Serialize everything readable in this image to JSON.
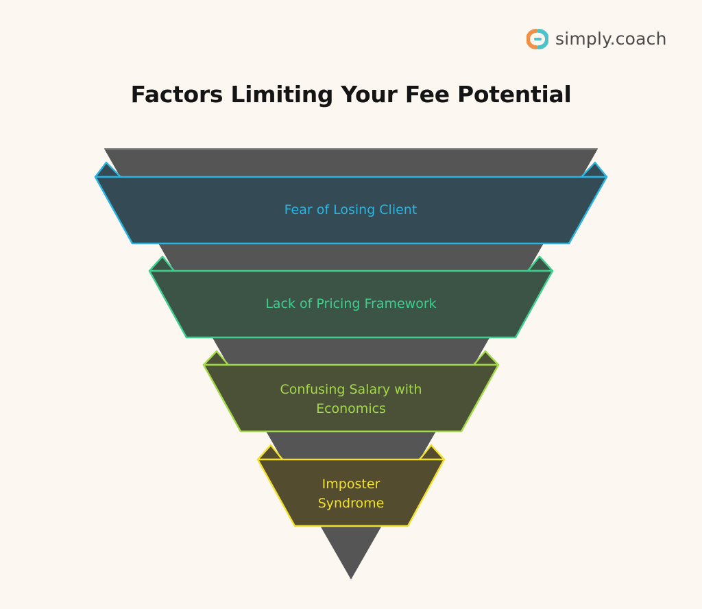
{
  "brand": {
    "name": "simply.coach",
    "icon": "simply-coach-logo-icon",
    "colors": {
      "orange": "#f0914a",
      "teal": "#4cc3c9",
      "text": "#4a4a4a"
    }
  },
  "title": "Factors Limiting Your Fee Potential",
  "funnel": {
    "shape": "inverted-triangle",
    "fill": "#555555",
    "levels": [
      {
        "label": "Fear of Losing Client",
        "stroke": "#2ab4e0",
        "fill": "#344a54",
        "text_color": "#2ab4e0"
      },
      {
        "label": "Lack of Pricing Framework",
        "stroke": "#3ecf8e",
        "fill": "#3b5446",
        "text_color": "#3ecf8e"
      },
      {
        "label": "Confusing Salary with\nEconomics",
        "stroke": "#a3d94a",
        "fill": "#4b5137",
        "text_color": "#a3d94a"
      },
      {
        "label": "Imposter\nSyndrome",
        "stroke": "#f0e030",
        "fill": "#544c2e",
        "text_color": "#f0e030"
      }
    ]
  }
}
